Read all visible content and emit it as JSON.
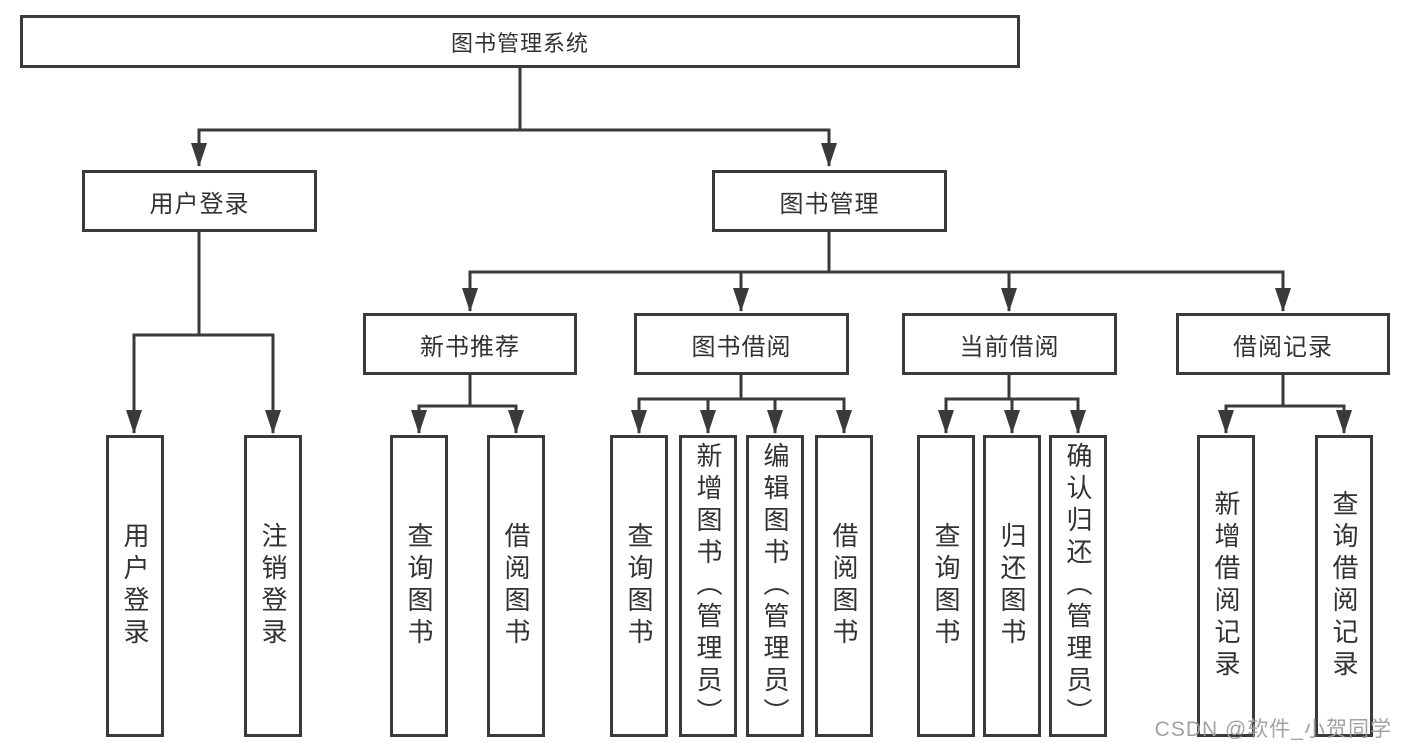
{
  "diagram": {
    "root": {
      "label": "图书管理系统"
    },
    "branches": {
      "user_login": {
        "label": "用户登录",
        "children": [
          {
            "label": "用户登录"
          },
          {
            "label": "注销登录"
          }
        ]
      },
      "book_management": {
        "label": "图书管理",
        "sections": {
          "new_book_recommend": {
            "label": "新书推荐",
            "children": [
              {
                "label": "查询图书"
              },
              {
                "label": "借阅图书"
              }
            ]
          },
          "book_borrowing": {
            "label": "图书借阅",
            "children": [
              {
                "label": "查询图书"
              },
              {
                "label": "新增图书（管理员）"
              },
              {
                "label": "编辑图书（管理员）"
              },
              {
                "label": "借阅图书"
              }
            ]
          },
          "current_borrowing": {
            "label": "当前借阅",
            "children": [
              {
                "label": "查询图书"
              },
              {
                "label": "归还图书"
              },
              {
                "label": "确认归还（管理员）"
              }
            ]
          },
          "borrowing_records": {
            "label": "借阅记录",
            "children": [
              {
                "label": "新增借阅记录"
              },
              {
                "label": "查询借阅记录"
              }
            ]
          }
        }
      }
    }
  },
  "watermark": {
    "text": "CSDN @软件_小贺同学"
  },
  "colors": {
    "line": "#3a3a3a",
    "text": "#323232",
    "watermark": "#9e9e9e",
    "background": "#ffffff"
  }
}
